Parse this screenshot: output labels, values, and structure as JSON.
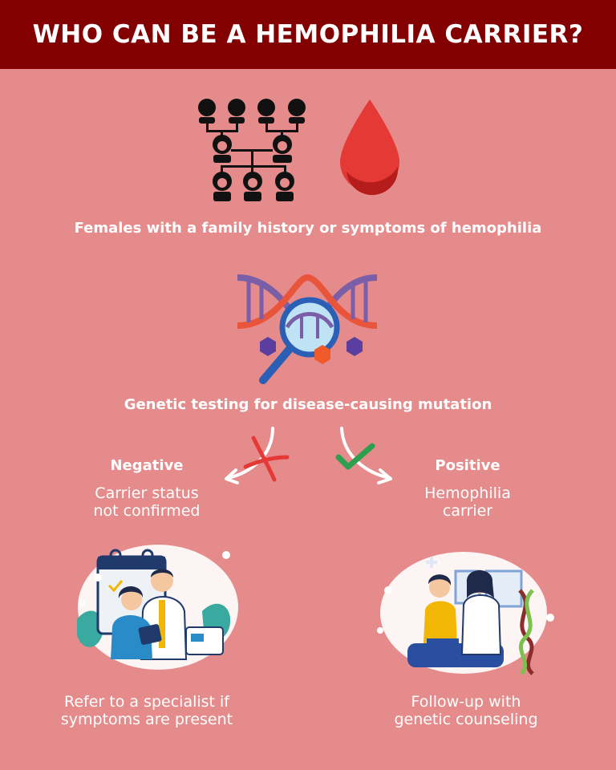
{
  "header": {
    "title": "WHO CAN BE A HEMOPHILIA CARRIER?"
  },
  "step1": {
    "text": "Females with a family history or symptoms of hemophilia"
  },
  "step2": {
    "text": "Genetic testing for disease-causing mutation"
  },
  "negative": {
    "title": "Negative",
    "result_line1": "Carrier status",
    "result_line2": "not confirmed",
    "action_line1": "Refer to a specialist if",
    "action_line2": "symptoms are present"
  },
  "positive": {
    "title": "Positive",
    "result_line1": "Hemophilia",
    "result_line2": "carrier",
    "action_line1": "Follow-up with",
    "action_line2": "genetic counseling"
  },
  "icons": {
    "family": "family-tree-icon",
    "blood": "blood-drop-icon",
    "dna": "dna-magnifier-icon",
    "cross": "red-cross-mark-icon",
    "check": "green-check-icon",
    "doctor": "doctor-patient-illustration",
    "counseling": "genetic-counseling-illustration"
  },
  "colors": {
    "background": "#e58b8b",
    "header": "#820000",
    "blood": "#e53935",
    "cross": "#e53935",
    "check": "#2e9e4f"
  }
}
